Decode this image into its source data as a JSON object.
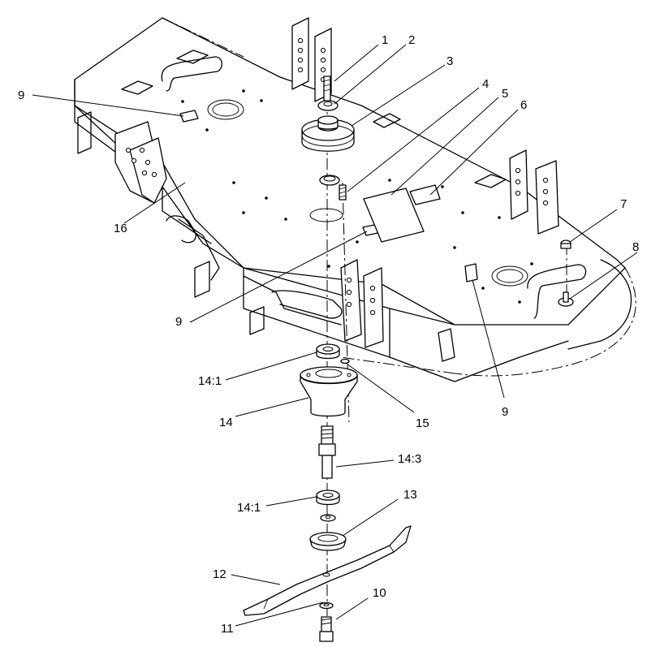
{
  "callouts": [
    {
      "id": "c1",
      "text": "1"
    },
    {
      "id": "c2",
      "text": "2"
    },
    {
      "id": "c3",
      "text": "3"
    },
    {
      "id": "c4",
      "text": "4"
    },
    {
      "id": "c5",
      "text": "5"
    },
    {
      "id": "c6",
      "text": "6"
    },
    {
      "id": "c7",
      "text": "7"
    },
    {
      "id": "c8",
      "text": "8"
    },
    {
      "id": "c9a",
      "text": "9"
    },
    {
      "id": "c9b",
      "text": "9"
    },
    {
      "id": "c9c",
      "text": "9"
    },
    {
      "id": "c10",
      "text": "10"
    },
    {
      "id": "c11",
      "text": "11"
    },
    {
      "id": "c12",
      "text": "12"
    },
    {
      "id": "c13",
      "text": "13"
    },
    {
      "id": "c14",
      "text": "14"
    },
    {
      "id": "c141a",
      "text": "14:1"
    },
    {
      "id": "c141b",
      "text": "14:1"
    },
    {
      "id": "c143",
      "text": "14:3"
    },
    {
      "id": "c15",
      "text": "15"
    },
    {
      "id": "c16",
      "text": "16"
    }
  ]
}
